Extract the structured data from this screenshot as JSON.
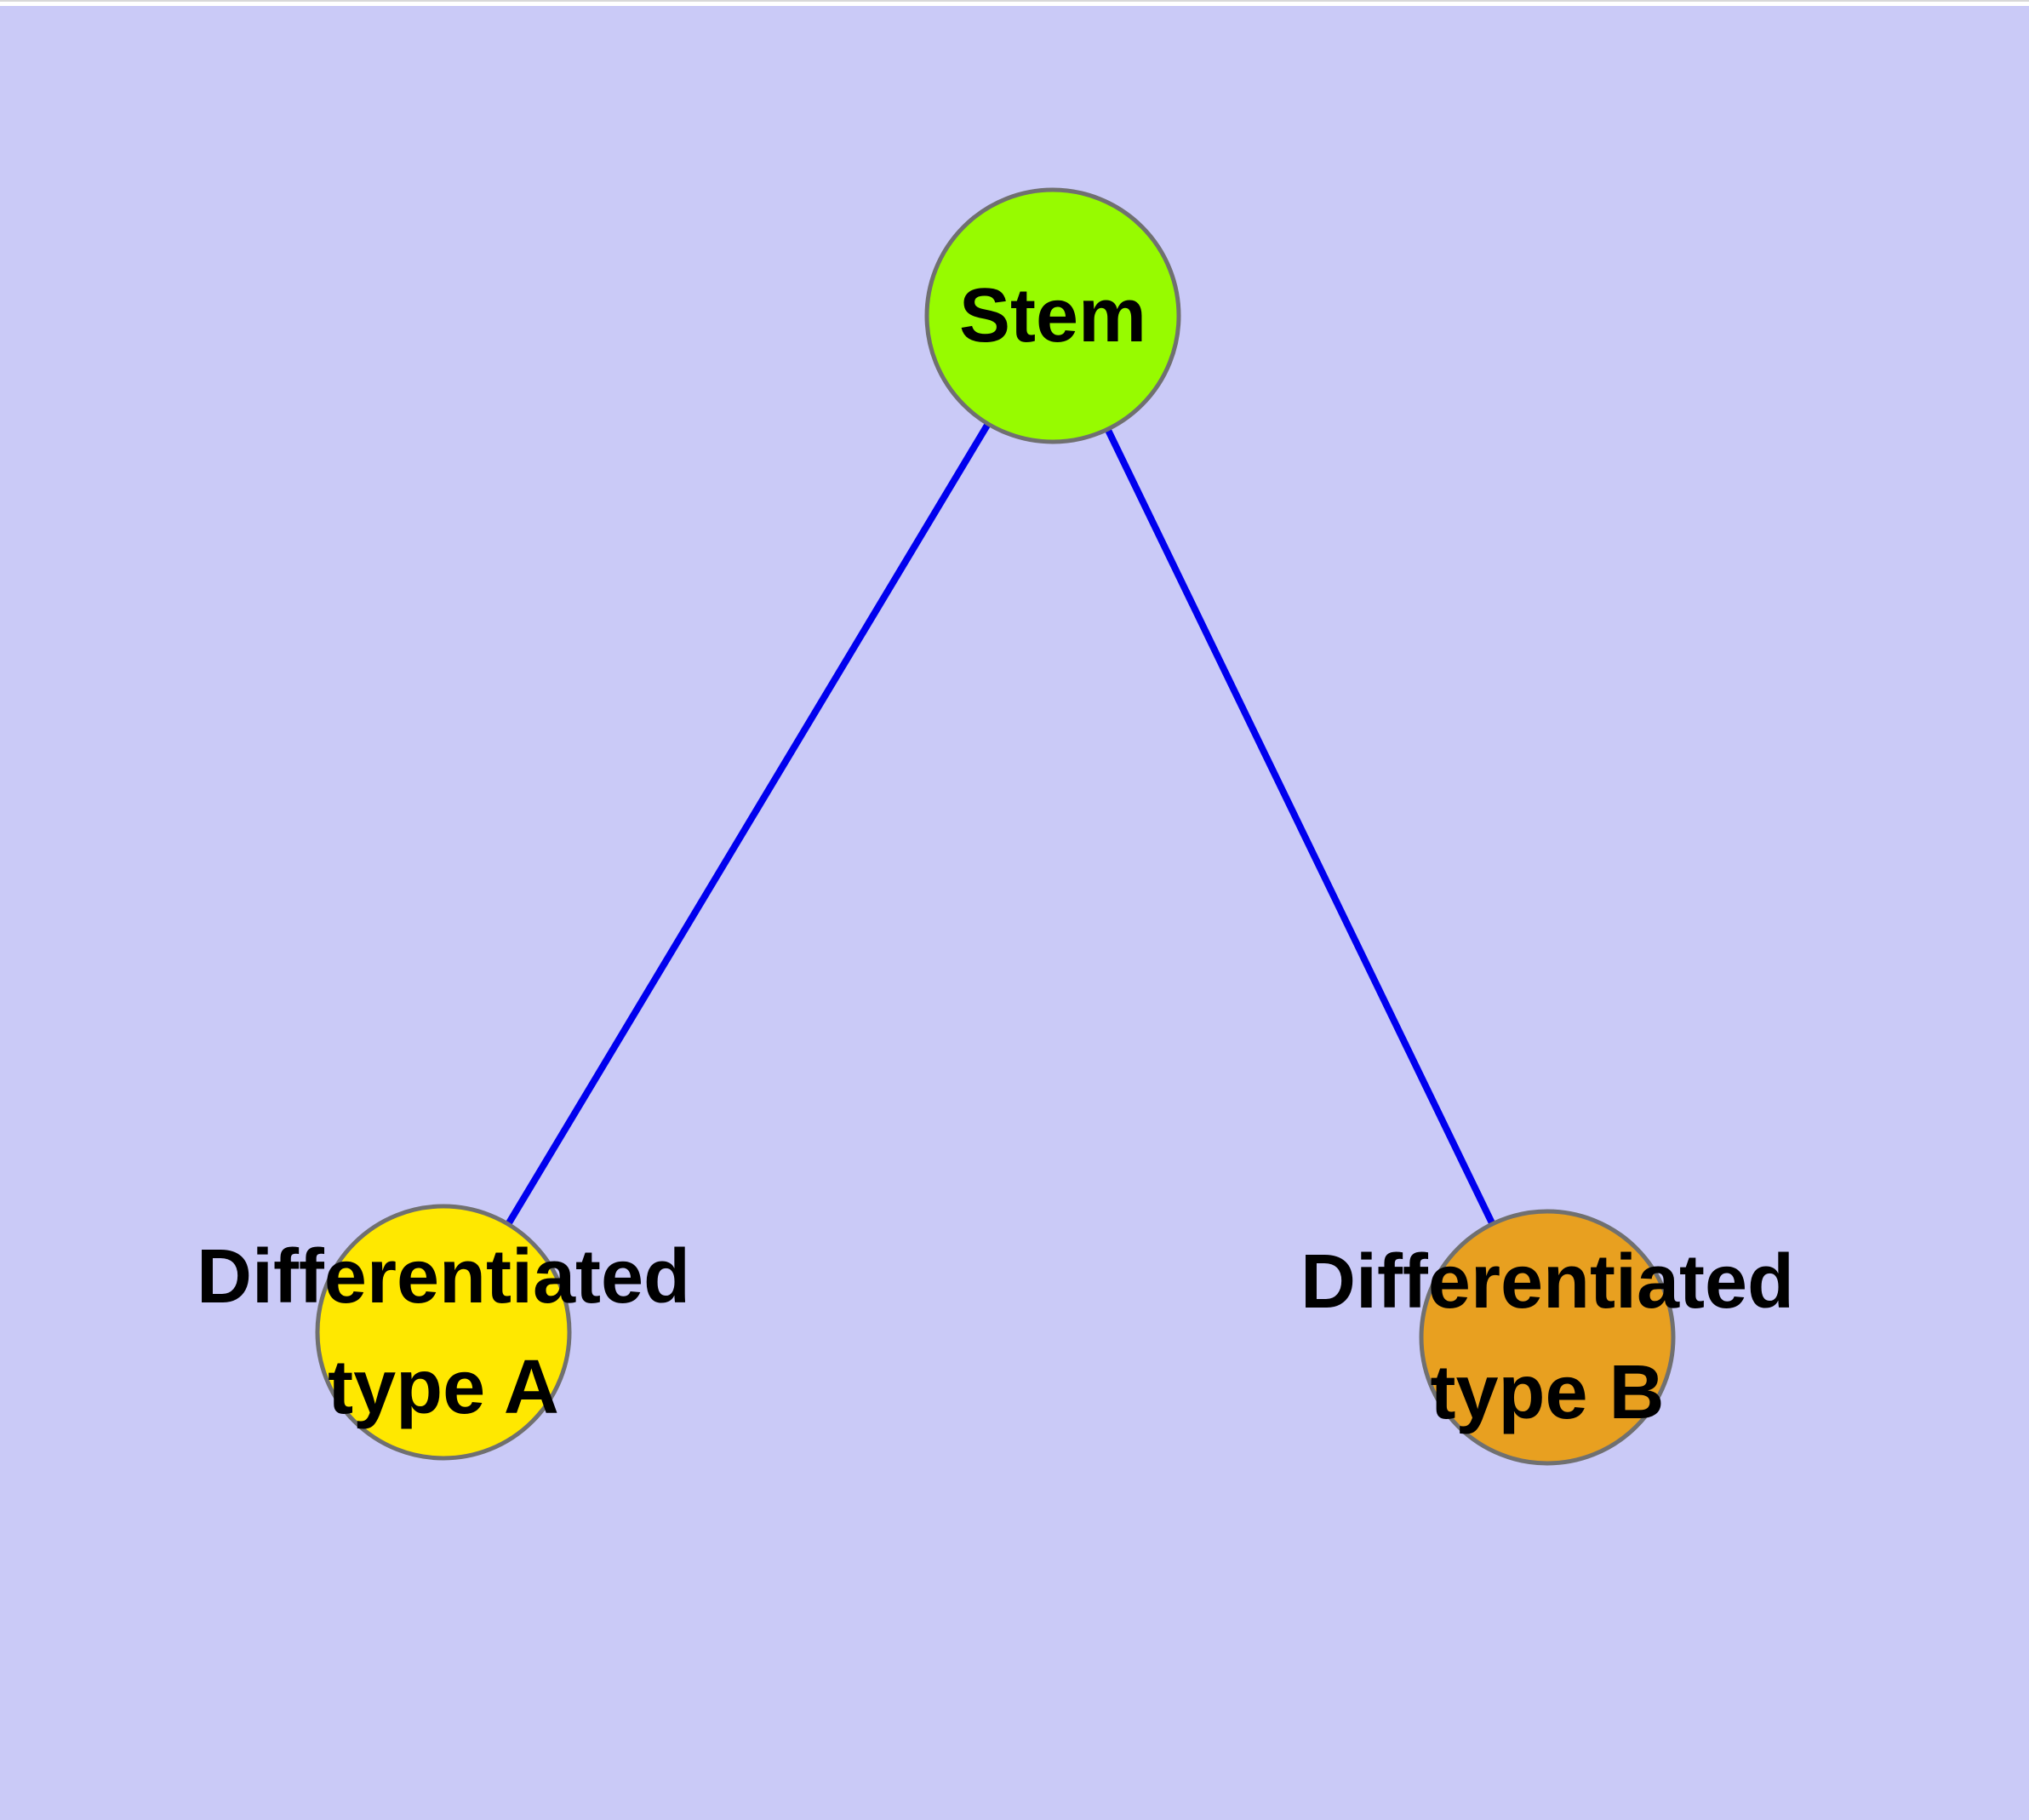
{
  "canvas": {
    "background": "#cacaf7",
    "top_strip_color": "#ffffff",
    "top_edge_line_color": "#d8d8d8"
  },
  "colors": {
    "label_text": "#000000",
    "node_border": "#707070",
    "edge_blue": "#0000ee"
  },
  "nodes": [
    {
      "id": "stem",
      "label": "Stem",
      "fill": "#97fb00",
      "border": "#707070"
    },
    {
      "id": "type-a",
      "label": "Differentiated\ntype A",
      "fill": "#ffe800",
      "border": "#707070"
    },
    {
      "id": "type-b",
      "label": "Differentiated\ntype B",
      "fill": "#e8a020",
      "border": "#707070"
    }
  ],
  "edges": [
    {
      "from": "stem",
      "to": "type-a",
      "color": "#0000ee"
    },
    {
      "from": "stem",
      "to": "type-b",
      "color": "#0000ee"
    }
  ]
}
